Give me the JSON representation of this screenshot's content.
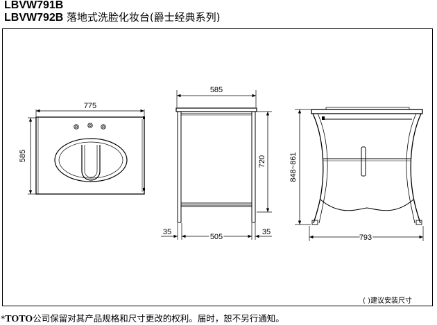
{
  "header": {
    "model_1": "LBVW791B",
    "model_2": "LBVW792B",
    "product_name": "落地式洗脸化妆台(爵士经典系列)"
  },
  "dimensions": {
    "top_width": "775",
    "top_depth": "585",
    "side_depth": "585",
    "side_height": "720",
    "side_left_offset": "35",
    "side_inner": "505",
    "side_right_offset": "35",
    "front_height": "848~861",
    "front_width": "793"
  },
  "note": "( )建议安装尺寸",
  "footer": {
    "asterisk": "*",
    "brand": "TOTO",
    "text": "公司保留对其产品规格和尺寸更改的权利。届时，恕不另行通知。"
  }
}
